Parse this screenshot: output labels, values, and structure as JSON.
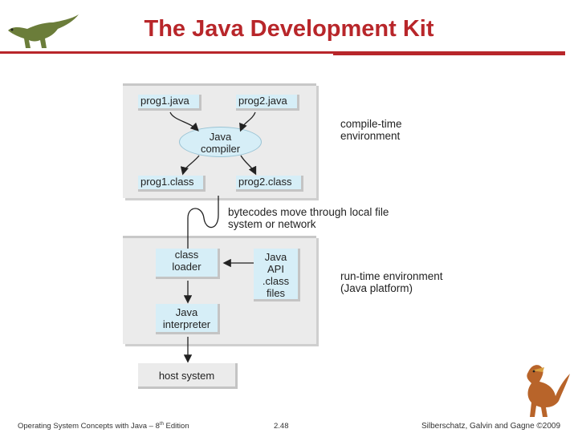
{
  "title": "The Java Development Kit",
  "diagram": {
    "compile": {
      "prog1_java": "prog1.java",
      "prog2_java": "prog2.java",
      "compiler_line1": "Java",
      "compiler_line2": "compiler",
      "prog1_class": "prog1.class",
      "prog2_class": "prog2.class",
      "label_line1": "compile-time",
      "label_line2": "environment"
    },
    "bytecodes_line1": "bytecodes move through local file",
    "bytecodes_line2": "system or network",
    "runtime": {
      "loader_line1": "class",
      "loader_line2": "loader",
      "api_line1": "Java",
      "api_line2": "API",
      "api_line3": ".class",
      "api_line4": "files",
      "interp_line1": "Java",
      "interp_line2": "interpreter",
      "label_line1": "run-time environment",
      "label_line2": "(Java platform)"
    },
    "host": "host system"
  },
  "footer": {
    "left": "Operating System Concepts with Java – 8",
    "left_sup": "th",
    "left_end": " Edition",
    "center": "2.48",
    "right": "Silberschatz, Galvin and Gagne ©2009"
  },
  "colors": {
    "title": "#b8262a",
    "box": "#d6eef7",
    "panel": "#ebebeb"
  },
  "icons": [
    "dinosaur-logo-icon",
    "dinosaur-mascot-icon"
  ]
}
